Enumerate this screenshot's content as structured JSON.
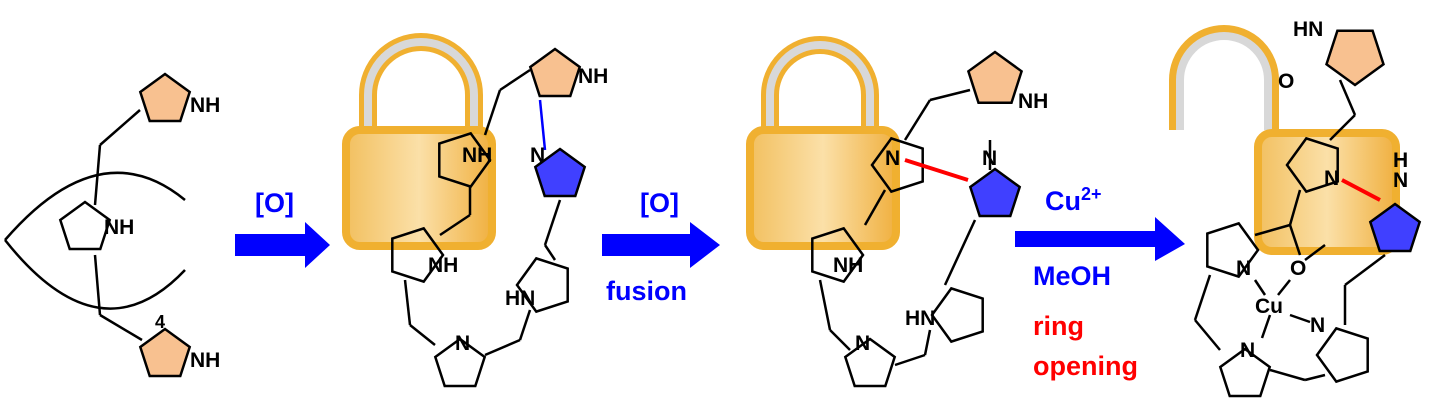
{
  "colors": {
    "pyrrole_orange": "#f8c190",
    "pyrrole_blue": "#4040ff",
    "arrow": "#0000ff",
    "lock_gold": "#f0b030",
    "new_bond": "#ff0000"
  },
  "panel1": {
    "nh_top": "NH",
    "nh_center": "NH",
    "nh_bottom": "NH",
    "position_label": "4"
  },
  "step1": {
    "reagent": "[O]"
  },
  "panel2": {
    "nh_top": "NH",
    "nh_left": "NH",
    "n_blue": "N",
    "nh_lower_left": "NH",
    "hn_right": "HN",
    "n_bottom": "N"
  },
  "step2": {
    "reagent": "[O]",
    "condition": "fusion"
  },
  "panel3": {
    "nh_top": "NH",
    "n_left": "N",
    "n_right": "N",
    "nh_lower_left": "NH",
    "hn_right": "HN",
    "n_bottom": "N"
  },
  "step3": {
    "reagent": "Cu",
    "charge": "2+",
    "solvent": "MeOH",
    "label_line1": "ring",
    "label_line2": "opening"
  },
  "panel4": {
    "hn_lactam": "HN",
    "o_lactam": "O",
    "n_pyrrole": "N",
    "h_blue": "H",
    "n_blue": "N",
    "n_left": "N",
    "o_methoxy": "O",
    "metal": "Cu",
    "n_right": "N",
    "n_bottom": "N"
  }
}
